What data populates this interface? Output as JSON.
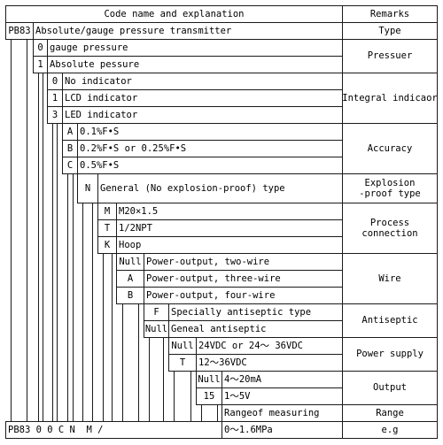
{
  "header": {
    "code": "Code name and explanation",
    "remarks": "Remarks"
  },
  "model": {
    "code": "PB83",
    "name": "Absolute/gauge pressure transmitter",
    "remark": "Type"
  },
  "pressure": {
    "options": [
      {
        "code": "0",
        "label": "gauge pressure"
      },
      {
        "code": "1",
        "label": "Absolute pessure"
      }
    ],
    "remark": "Pressuer"
  },
  "indicator": {
    "options": [
      {
        "code": "0",
        "label": "No indicator"
      },
      {
        "code": "1",
        "label": "LCD indicator"
      },
      {
        "code": "3",
        "label": "LED indicator"
      }
    ],
    "remark": "Integral indicaor"
  },
  "accuracy": {
    "options": [
      {
        "code": "A",
        "label": "0.1%F•S"
      },
      {
        "code": "B",
        "label": "0.2%F•S or 0.25%F•S"
      },
      {
        "code": "C",
        "label": "0.5%F•S"
      }
    ],
    "remark": "Accuracy"
  },
  "explosion": {
    "options": [
      {
        "code": "N",
        "label": "General (No explosion-proof) type"
      }
    ],
    "remark": "Explosion\n-proof type"
  },
  "connection": {
    "options": [
      {
        "code": "M",
        "label": "M20×1.5"
      },
      {
        "code": "T",
        "label": "1/2NPT"
      },
      {
        "code": "K",
        "label": "Hoop"
      }
    ],
    "remark": "Process\nconnection"
  },
  "wire": {
    "options": [
      {
        "code": "Null",
        "label": "Power-output, two-wire"
      },
      {
        "code": "A",
        "label": "Power-output, three-wire"
      },
      {
        "code": "B",
        "label": "Power-output, four-wire"
      }
    ],
    "remark": "Wire"
  },
  "antiseptic": {
    "options": [
      {
        "code": "F",
        "label": "Specially antiseptic type"
      },
      {
        "code": "Null",
        "label": "Geneal antiseptic"
      }
    ],
    "remark": "Antiseptic"
  },
  "power": {
    "options": [
      {
        "code": "Null",
        "label": "24VDC or 24～ 36VDC"
      },
      {
        "code": "T",
        "label": "12～36VDC"
      }
    ],
    "remark": "Power supply"
  },
  "output": {
    "options": [
      {
        "code": "Null",
        "label": "4～20mA"
      },
      {
        "code": "15",
        "label": "1～5V"
      }
    ],
    "remark": "Output"
  },
  "range": {
    "label": "Rangeof measuring",
    "remark": "Range"
  },
  "example": {
    "code": "PB83 0 0 C N  M /",
    "range": "0～1.6MPa",
    "remark": "e.g"
  }
}
